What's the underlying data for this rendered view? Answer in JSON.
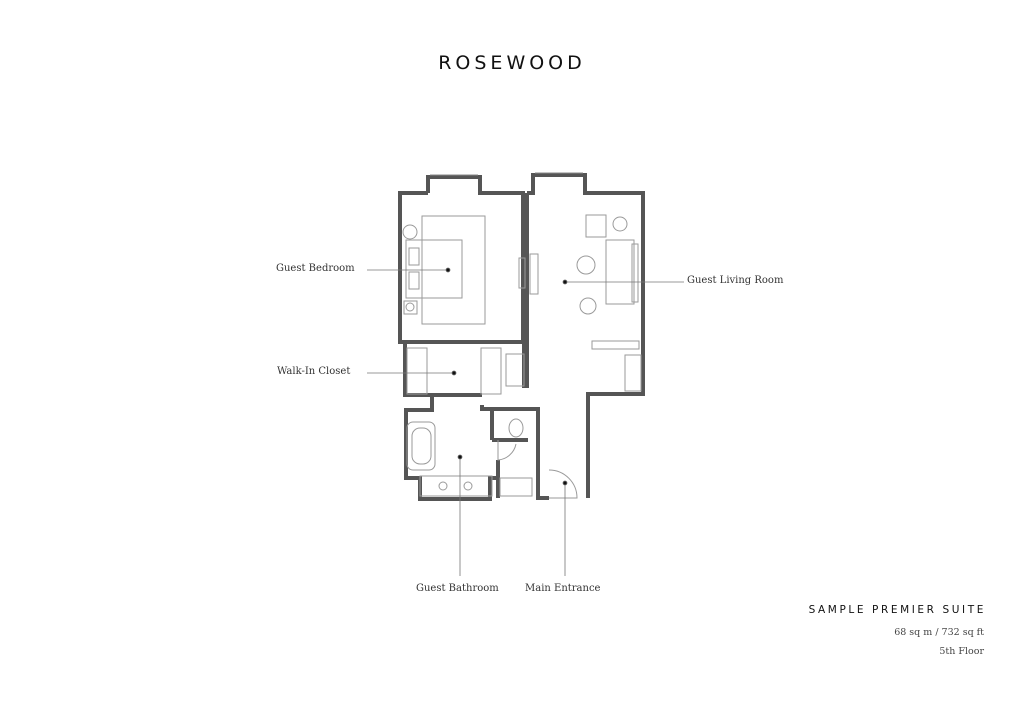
{
  "brand": "ROSEWOOD",
  "rooms": {
    "guest_bedroom": "Guest Bedroom",
    "walk_in_closet": "Walk-In Closet",
    "guest_living_room": "Guest Living Room",
    "guest_bathroom": "Guest Bathroom",
    "main_entrance": "Main Entrance"
  },
  "suite": {
    "name": "SAMPLE PREMIER SUITE",
    "area": "68 sq m / 732 sq ft",
    "floor": "5th Floor"
  },
  "colors": {
    "wall": "#555555",
    "furniture": "#9a9a9a",
    "leader": "#777777"
  }
}
